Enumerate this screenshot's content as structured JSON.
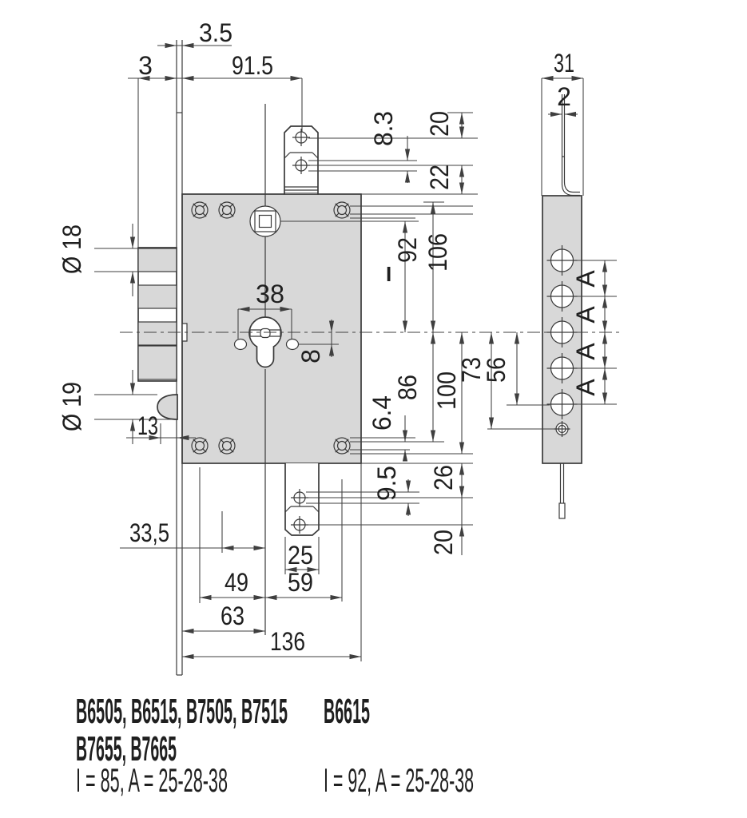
{
  "colors": {
    "body_fill": "#d8d8d8",
    "line": "#3a3a3a",
    "text": "#1f1f1f"
  },
  "dims": {
    "faceplate_offset": "3.5",
    "faceplate_thickness": "3",
    "body_width_from_faceplate": "91.5",
    "top_hole_edge_offset": "20",
    "top_hole_pitch": "22",
    "top_hole_diameter": "8.3",
    "deadbolt_diameter": "Ø 18",
    "latch_diameter": "Ø 19",
    "latch_throw": "13",
    "cylinder_hole_pitch": "38",
    "cylinder_screw_offset": "8",
    "follower_label": "I",
    "follower_distance": "92",
    "screws_top_distance": "106",
    "screws_bottom_distance": "86",
    "bottom_edge_distance": "100",
    "screw_hole_diameter": "6.4",
    "bottom_hole_diameter": "9.5",
    "bottom_hole_offset": "26",
    "bottom_hole_pitch": "20",
    "screw_col2_to_axis": "33,5",
    "bottom_tab_width": "25",
    "screw_col1_to_axis": "49",
    "axis_to_right_screws": "59",
    "backset": "63",
    "body_width": "136",
    "side_width": "31",
    "side_thickness": "2",
    "side_screw_distance": "73",
    "side_hole_distance": "56",
    "hole_pitch_label": "A"
  },
  "legend": {
    "left_models_line1": "B6505, B6515, B7505, B7515",
    "left_models_line2": "B7655, B7665",
    "left_specs": "I = 85,  A = 25-28-38",
    "right_model": "B6615",
    "right_specs": "I = 92,  A = 25-28-38"
  }
}
